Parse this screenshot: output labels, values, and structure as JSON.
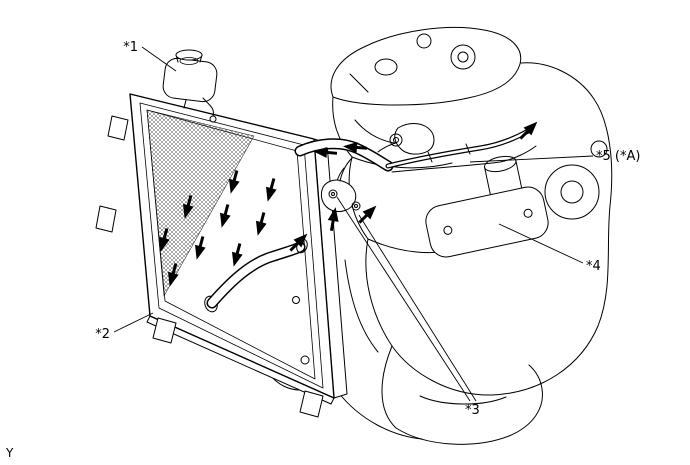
{
  "figure": {
    "type": "cooling-system-illustration",
    "colors": {
      "background": "#ffffff",
      "line": "#000000"
    },
    "page_marker": "Y",
    "callouts": [
      {
        "label": "*1",
        "target": "reservoir-cap"
      },
      {
        "label": "*2",
        "target": "radiator"
      },
      {
        "label": "*3",
        "target": "water-inlet-joints"
      },
      {
        "label": "*4",
        "target": "engine-front-component"
      },
      {
        "label": "*5 (*A)",
        "target": "coolant-pipe"
      }
    ]
  }
}
